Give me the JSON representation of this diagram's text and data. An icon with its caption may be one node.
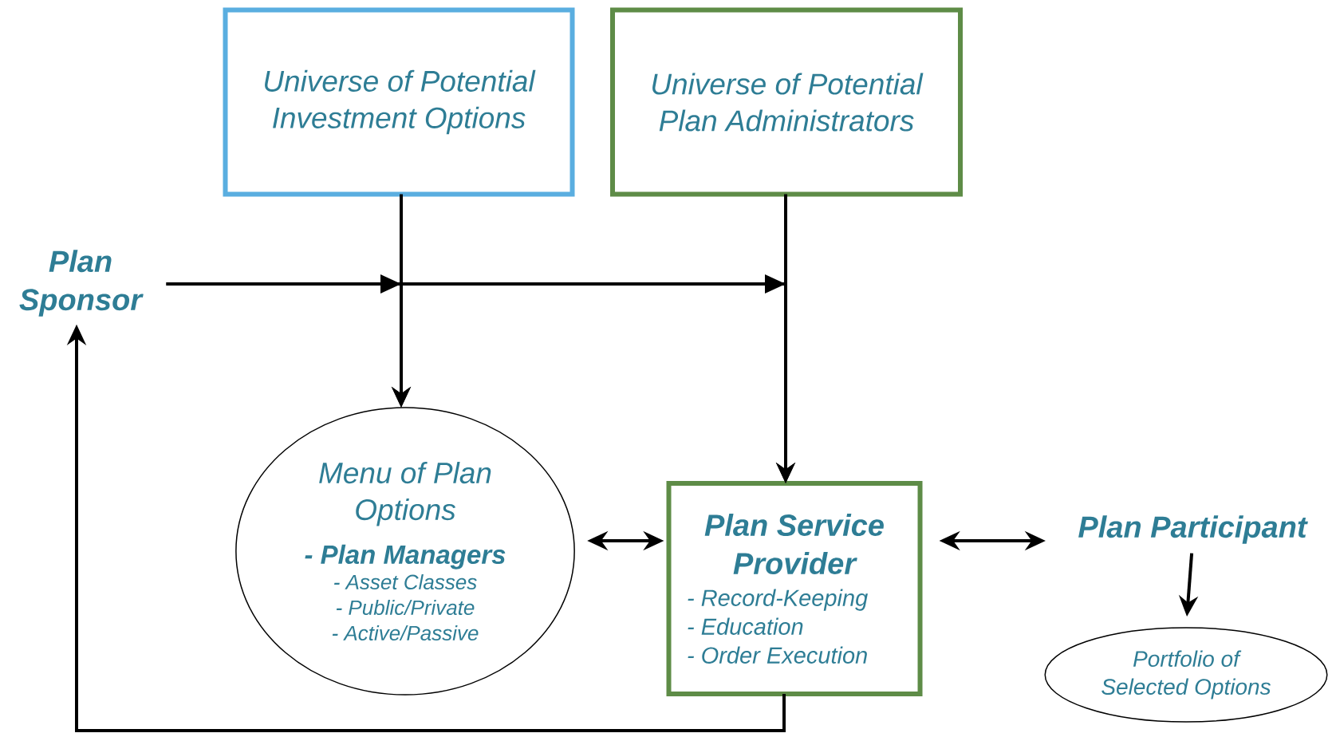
{
  "diagram": {
    "nodes": [
      {
        "text": [
          "Universe of Potential Investment Options"
        ]
      },
      {
        "text": [
          "Universe of Potential Plan Administrators"
        ]
      },
      {
        "text": [
          "Plan Sponsor"
        ]
      },
      {
        "text": [
          "Menu of Plan Options",
          "- Plan Managers",
          "- Asset Classes",
          "- Public/Private",
          "- Active/Passive"
        ]
      },
      {
        "text": [
          "Plan Service Provider",
          "- Record-Keeping",
          "- Education",
          "- Order Execution"
        ]
      },
      {
        "text": [
          "Plan Participant"
        ]
      },
      {
        "text": [
          "Portfolio of Selected Options"
        ]
      }
    ],
    "edges": [
      {
        "from": 0,
        "to": 3,
        "arrow": "to"
      },
      {
        "from": 2,
        "to": 3,
        "arrow": "to"
      },
      {
        "from": 1,
        "to": 4,
        "arrow": "to"
      },
      {
        "from": 2,
        "to": 4,
        "arrow": "to"
      },
      {
        "from": 3,
        "to": 4,
        "arrow": "both"
      },
      {
        "from": 4,
        "to": 5,
        "arrow": "both"
      },
      {
        "from": 5,
        "to": 6,
        "arrow": "to"
      },
      {
        "from": 4,
        "to": 2,
        "arrow": "to"
      }
    ]
  }
}
